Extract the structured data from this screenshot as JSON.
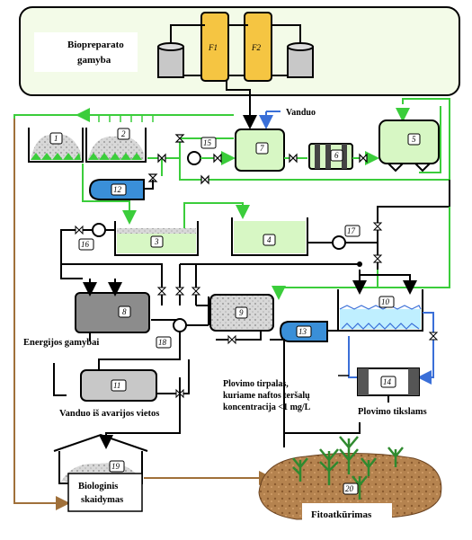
{
  "colors": {
    "green_line": "#3bcd3b",
    "black_line": "#000000",
    "blue_line": "#3a6fd8",
    "brown_line": "#a0703a",
    "tank_fill": "#d7f7c4",
    "filter_fill": "#f5c542",
    "dark_tank": "#8c8c8c",
    "water_fill": "#bfefff",
    "soil": "#b5834f",
    "plant": "#2f8a2f"
  },
  "labels": {
    "biopreparato": [
      "Biopreparato",
      "gamyba"
    ],
    "vanduo": "Vanduo",
    "energijos": "Energijos gamybai",
    "vanduo_avarijos": "Vanduo iš avarijos vietos",
    "plovimo_tirpalas": [
      "Plovimo tirpalas,",
      "kuriame naftos teršalų",
      "koncentracija <1 mg/L"
    ],
    "plovimo_tikslams": "Plovimo tikslams",
    "biologinis": [
      "Biologinis",
      "skaidymas"
    ],
    "fitoatkurimas": "Fitoatkūrimas"
  },
  "units": {
    "f1": "F1",
    "f2": "F2",
    "u1": "1",
    "u2": "2",
    "u3": "3",
    "u4": "4",
    "u5": "5",
    "u6": "6",
    "u7": "7",
    "u8": "8",
    "u9": "9",
    "u10": "10",
    "u11": "11",
    "u12": "12",
    "u13": "13",
    "u14": "14",
    "u15": "15",
    "u16": "16",
    "u17": "17",
    "u18": "18",
    "u19": "19",
    "u20": "20"
  }
}
